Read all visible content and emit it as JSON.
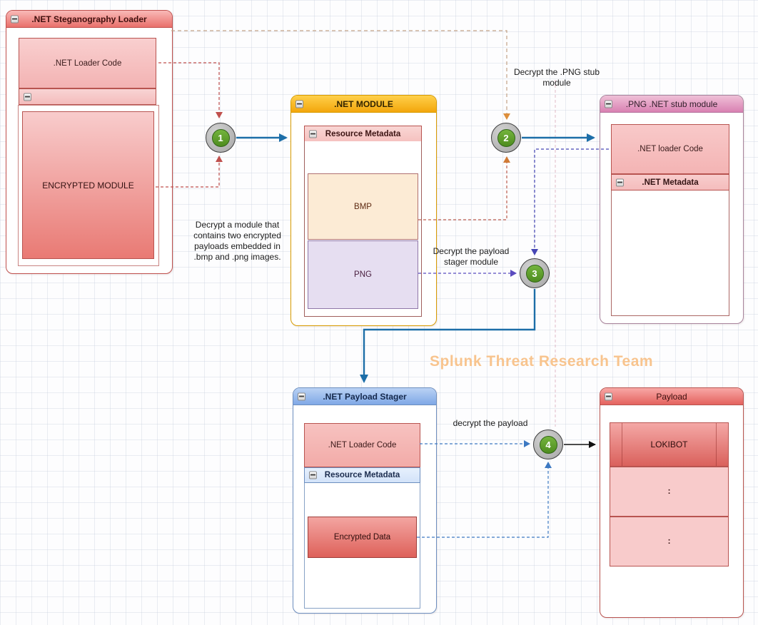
{
  "watermark": "Splunk Threat Research Team",
  "loader": {
    "title": ".NET Steganography Loader",
    "loader_code_label": ".NET Loader Code",
    "encrypted_module_label": "ENCRYPTED MODULE"
  },
  "net_module": {
    "title": ".NET MODULE",
    "resource_metadata_label": "Resource Metadata",
    "bmp_label": "BMP",
    "png_label": "PNG"
  },
  "stub_module": {
    "title": ".PNG .NET stub module",
    "loader_code_label": ".NET loader Code",
    "metadata_label": ".NET Metadata"
  },
  "payload_stager": {
    "title": ".NET Payload Stager",
    "loader_code_label": ".NET Loader Code",
    "resource_metadata_label": "Resource Metadata",
    "encrypted_data_label": "Encrypted Data"
  },
  "payload": {
    "title": "Payload",
    "item1_label": "LOKIBOT",
    "item2_label": ":",
    "item3_label": ":"
  },
  "steps": {
    "step1": "1",
    "step2": "2",
    "step3": "3",
    "step4": "4"
  },
  "annotations": {
    "step1_note": "Decrypt a module that\ncontains two encrypted\npayloads embedded in\n.bmp and .png images.",
    "step2_note": "Decrypt the .PNG stub\nmodule",
    "step3_note": "Decrypt the payload\nstager module",
    "step4_note": "decrypt the payload"
  },
  "colors": {
    "red_accent": "#b85450",
    "orange_accent": "#d79b00",
    "blue_accent": "#6c8ebf",
    "pink_accent": "#b5739d",
    "arrow_blue": "#1c6ea8",
    "step_circle_green": "#5a9e2f",
    "watermark_orange": "#f8c48e"
  }
}
